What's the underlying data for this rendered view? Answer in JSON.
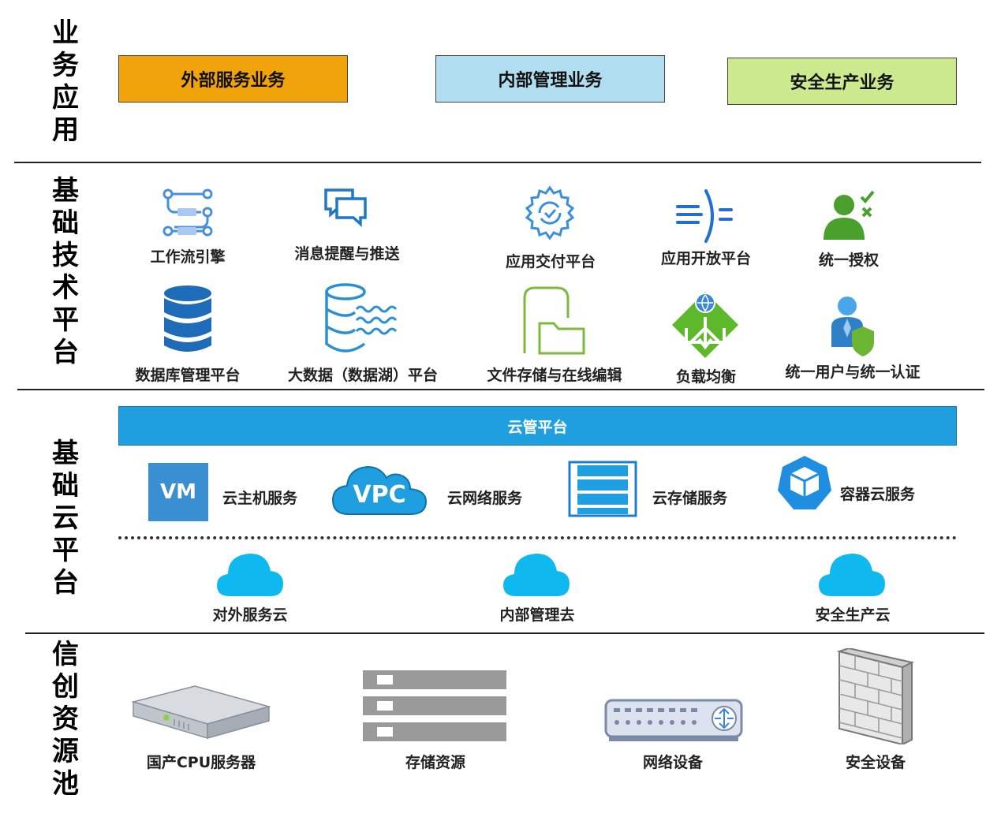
{
  "layers": {
    "business": "业务应用",
    "tech": "基础技术平台",
    "cloud": "基础云平台",
    "resource": "信创资源池"
  },
  "business": [
    {
      "label": "外部服务业务",
      "color": "#f0a30a"
    },
    {
      "label": "内部管理业务",
      "color": "#b0ddef"
    },
    {
      "label": "安全生产业务",
      "color": "#cde98e"
    }
  ],
  "tech": {
    "row1": [
      "工作流引擎",
      "消息提醒与推送",
      "应用交付平台",
      "应用开放平台",
      "统一授权"
    ],
    "row2": [
      "数据库管理平台",
      "大数据（数据湖）平台",
      "文件存储与在线编辑",
      "负载均衡",
      "统一用户与统一认证"
    ]
  },
  "cloud": {
    "bar": "云管平台",
    "services": [
      {
        "label": "云主机服务",
        "icon_text": "VM"
      },
      {
        "label": "云网络服务",
        "icon_text": "VPC"
      },
      {
        "label": "云存储服务"
      },
      {
        "label": "容器云服务"
      }
    ],
    "clouds": [
      "对外服务云",
      "内部管理去",
      "安全生产云"
    ]
  },
  "resources": [
    "国产CPU服务器",
    "存储资源",
    "网络设备",
    "安全设备"
  ],
  "colors": {
    "blue": "#1f9fe0",
    "green": "#4aa02c",
    "cloud": "#10b8f0"
  }
}
